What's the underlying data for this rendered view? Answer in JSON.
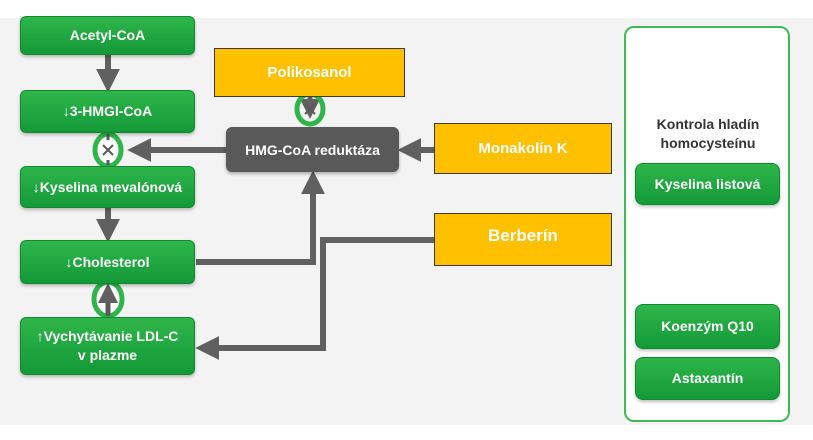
{
  "pathway": {
    "acetyl_coa": "Acetyl-CoA",
    "hmg_coa": "↓3-HMGl-CoA",
    "mevalonate": "↓Kyselina mevalónová",
    "cholesterol": "↓Cholesterol",
    "ldl_uptake_line1": "↑Vychytávanie LDL-C",
    "ldl_uptake_line2": "v plazme"
  },
  "enzyme": {
    "label": "HMG-CoA reduktáza"
  },
  "agents": {
    "policosanol": "Polikosanol",
    "monacolin": "Monakolín K",
    "berberine": "Berberín"
  },
  "right_panel": {
    "title_line1": "Kontrola hladín",
    "title_line2": "homocysteínu",
    "folic_acid": "Kyselina listová",
    "coq10": "Koenzým Q10",
    "astaxanthin": "Astaxantín"
  },
  "colors": {
    "green": "#1fa83f",
    "yellow": "#ffc000",
    "dark_gray": "#595959",
    "arrow_gray": "#606060"
  }
}
